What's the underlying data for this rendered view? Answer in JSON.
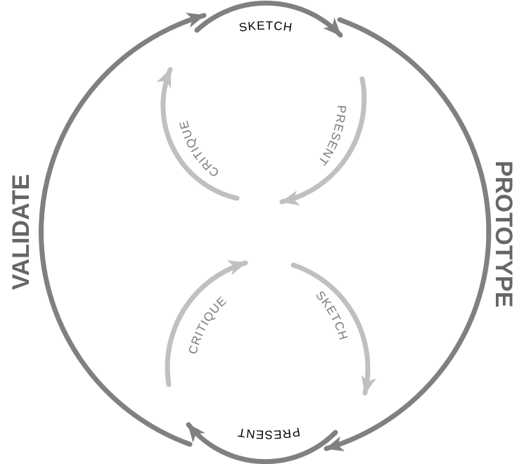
{
  "colors": {
    "outer_arrow": "#808080",
    "inner_arrow": "#c0c0c0",
    "inner_text": "#7a7a7a",
    "phase_text": "#666666",
    "cycle_text": "#000000"
  },
  "phases": {
    "left": "VALIDATE",
    "right": "PROTOTYPE"
  },
  "outer_cycle": {
    "top": "SKETCH",
    "bottom": "PRESENT"
  },
  "upper_loop": {
    "left": "CRITIQUE",
    "right": "PRESENT"
  },
  "lower_loop": {
    "left": "CRITIQUE",
    "right": "SKETCH"
  }
}
